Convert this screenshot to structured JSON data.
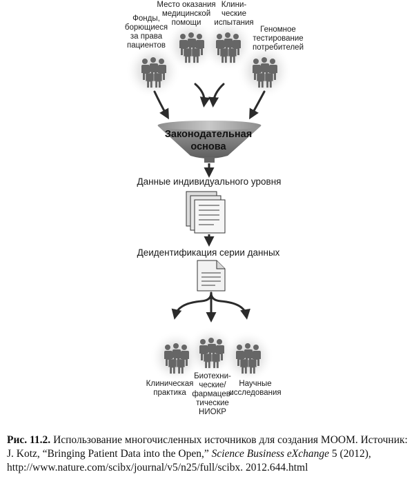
{
  "diagram": {
    "sources": [
      {
        "label": "Фонды,\nборющиеся\nза права\nпациентов"
      },
      {
        "label": "Место оказания\nмедицинской\nпомощи"
      },
      {
        "label": "Клини-\nческие\nиспытания"
      },
      {
        "label": "Геномное\nтестирование\nпотребителей"
      }
    ],
    "funnel_label": "Законодательная\nоснова",
    "stage_individual": "Данные индивидуального уровня",
    "stage_deidentified": "Деидентификация серии данных",
    "outputs": [
      {
        "label": "Клиническая\nпрактика"
      },
      {
        "label": "Биотехни-\nческие/\nфармацев-\nтические\nНИОКР"
      },
      {
        "label": "Научные\nисследования"
      }
    ],
    "colors": {
      "people": "#666666",
      "funnel": "#7a7a7a",
      "arrow": "#2b2b2b",
      "doc": "#f2f2f2"
    }
  },
  "caption": {
    "label": "Рис. 11.2.",
    "text_1": " Использование многочисленных источников для создания МООМ. Источник: J. Kotz, “Bringing Patient Data into the Open,” ",
    "journal": "Science Business eXchange",
    "text_2": " 5 (2012), http://www.nature.com/scibx/journal/v5/n25/full/scibx. 2012.644.html"
  }
}
